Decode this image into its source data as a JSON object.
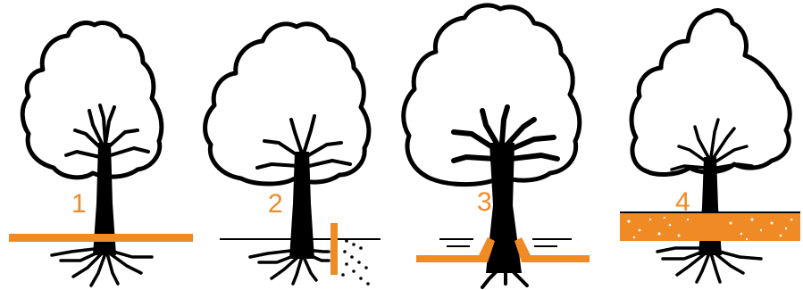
{
  "panels": [
    {
      "label": "1",
      "treatment": "ground-level-barrier"
    },
    {
      "label": "2",
      "treatment": "vertical-barrier-with-drain"
    },
    {
      "label": "3",
      "treatment": "lowered-grade-with-well"
    },
    {
      "label": "4",
      "treatment": "raised-fill-layer"
    }
  ],
  "colors": {
    "accent": "#f08a24",
    "ink": "#000000",
    "speckle": "#ffffff",
    "background": "#ffffff"
  },
  "icons": {
    "tree": "tree-icon",
    "drain": "water-drops-icon"
  }
}
